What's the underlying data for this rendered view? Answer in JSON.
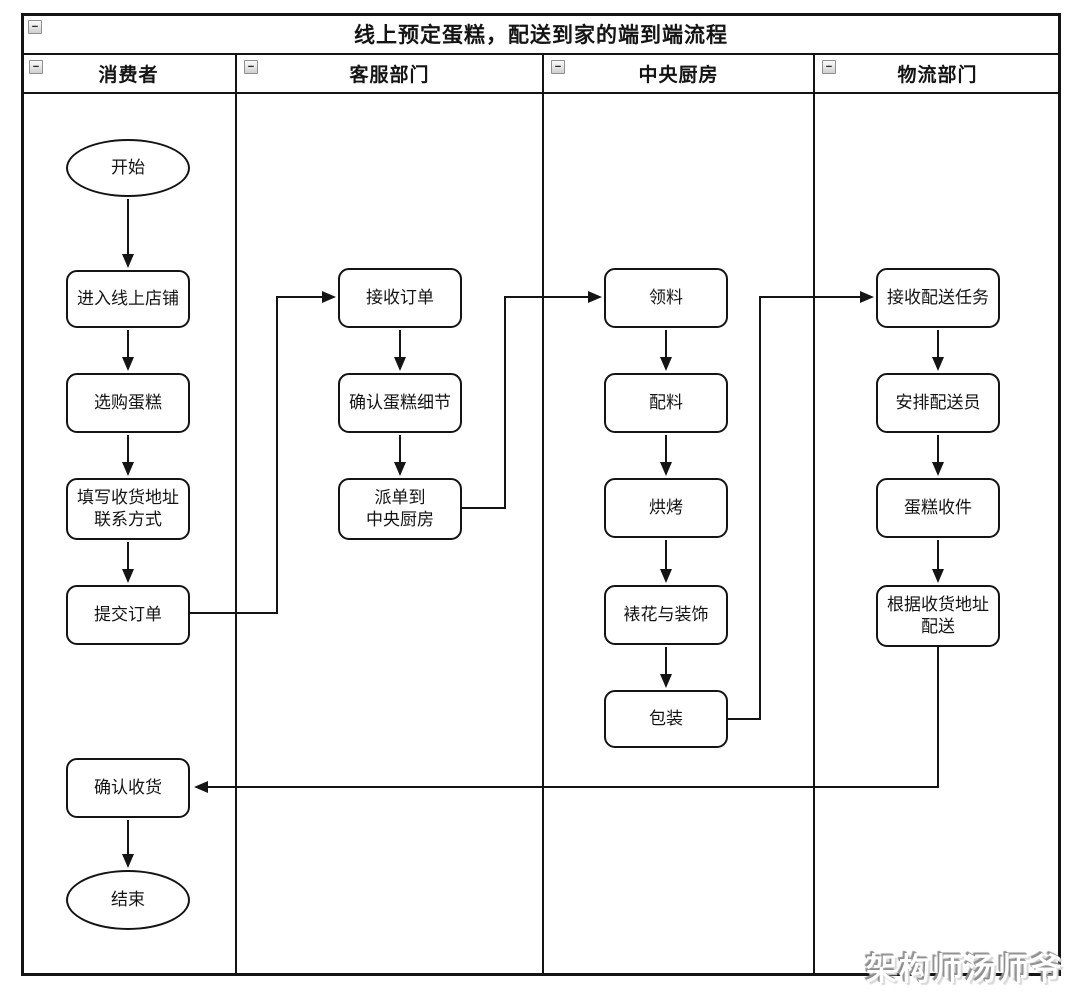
{
  "title": "线上预定蛋糕，配送到家的端到端流程",
  "icons": {
    "collapse_glyph": "−"
  },
  "lanes": [
    {
      "label": "消费者"
    },
    {
      "label": "客服部门"
    },
    {
      "label": "中央厨房"
    },
    {
      "label": "物流部门"
    }
  ],
  "nodes": {
    "start": "开始",
    "enter_shop": "进入线上店铺",
    "select_cake": "选购蛋糕",
    "fill_address": "填写收货地址\n联系方式",
    "submit_order": "提交订单",
    "confirm_receipt": "确认收货",
    "end": "结束",
    "receive_order": "接收订单",
    "confirm_details": "确认蛋糕细节",
    "dispatch_kitchen": "派单到\n中央厨房",
    "pick_materials": "领料",
    "mix_ingredients": "配料",
    "bake": "烘烤",
    "decorate": "裱花与装饰",
    "pack": "包装",
    "receive_delivery_task": "接收配送任务",
    "assign_courier": "安排配送员",
    "pickup_cake": "蛋糕收件",
    "deliver_by_address": "根据收货地址\n配送"
  },
  "edges": [
    {
      "from": "start",
      "to": "enter_shop"
    },
    {
      "from": "enter_shop",
      "to": "select_cake"
    },
    {
      "from": "select_cake",
      "to": "fill_address"
    },
    {
      "from": "fill_address",
      "to": "submit_order"
    },
    {
      "from": "submit_order",
      "to": "receive_order"
    },
    {
      "from": "receive_order",
      "to": "confirm_details"
    },
    {
      "from": "confirm_details",
      "to": "dispatch_kitchen"
    },
    {
      "from": "dispatch_kitchen",
      "to": "pick_materials"
    },
    {
      "from": "pick_materials",
      "to": "mix_ingredients"
    },
    {
      "from": "mix_ingredients",
      "to": "bake"
    },
    {
      "from": "bake",
      "to": "decorate"
    },
    {
      "from": "decorate",
      "to": "pack"
    },
    {
      "from": "pack",
      "to": "receive_delivery_task"
    },
    {
      "from": "receive_delivery_task",
      "to": "assign_courier"
    },
    {
      "from": "assign_courier",
      "to": "pickup_cake"
    },
    {
      "from": "pickup_cake",
      "to": "deliver_by_address"
    },
    {
      "from": "deliver_by_address",
      "to": "confirm_receipt"
    },
    {
      "from": "confirm_receipt",
      "to": "end"
    }
  ],
  "watermark": "架构师汤师爷",
  "colors": {
    "line": "#141414",
    "node_fill": "#ffffff",
    "background": "#ffffff"
  }
}
